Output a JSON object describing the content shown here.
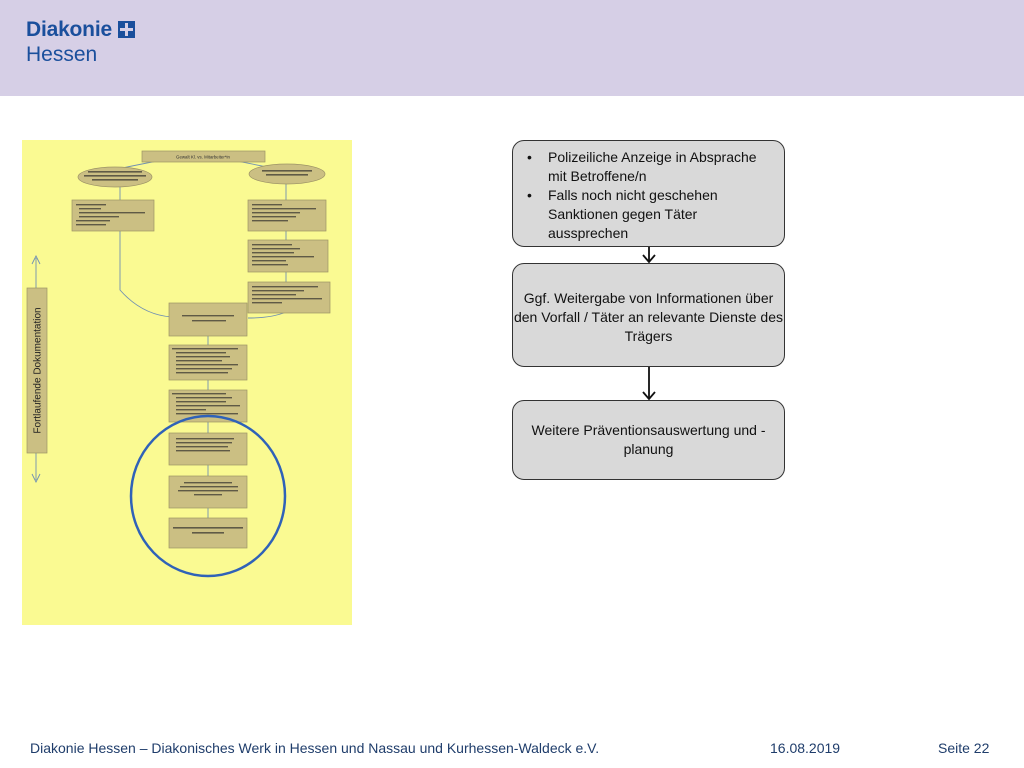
{
  "header": {
    "logo_name": "Diakonie",
    "logo_region": "Hessen"
  },
  "thumbnail": {
    "side_label": "Fortlaufende Dokumentation",
    "top_box": "Gewalt Kl. vs. Mitarbeiter*in"
  },
  "flow": {
    "box1_items": [
      "Polizeiliche Anzeige in Absprache mit Betroffene/n",
      "Falls noch nicht geschehen Sanktionen gegen  Täter aussprechen"
    ],
    "box2": "Ggf. Weitergabe von Informationen über den Vorfall / Täter an relevante Dienste des Trägers",
    "box3": "Weitere Präventionsauswertung und -planung"
  },
  "footer": {
    "organization": "Diakonie Hessen – Diakonisches Werk in Hessen und Nassau und Kurhessen-Waldeck e.V.",
    "date": "16.08.2019",
    "page": "Seite  22"
  },
  "colors": {
    "header_bg": "#d6cfe6",
    "brand_blue": "#1a4f9c",
    "thumb_bg": "#fafa92",
    "flow_box_bg": "#d9d9d9",
    "highlight_circle": "#2f62b8"
  }
}
